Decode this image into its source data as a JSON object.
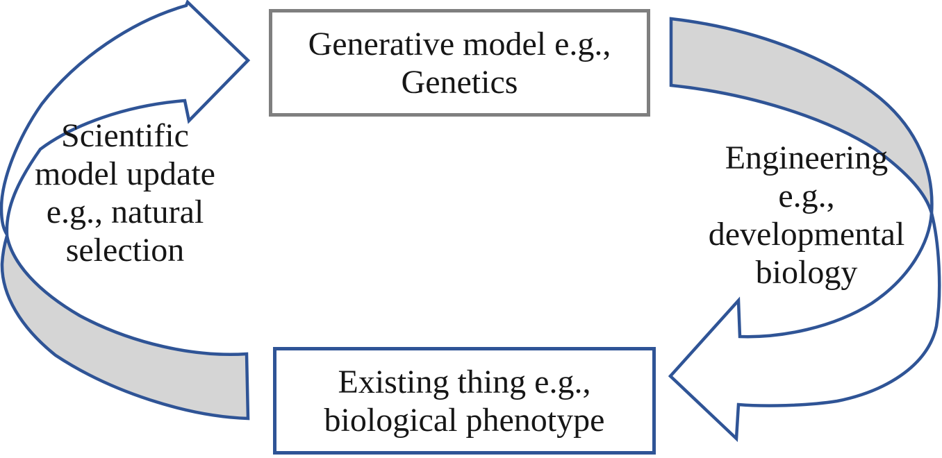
{
  "colors": {
    "arrow_blue": "#2f5496",
    "arrow_gray_fill": "#d5d5d5",
    "arrow_white_fill": "#ffffff",
    "top_box_border": "#7f7f7f",
    "bottom_box_border": "#2f5496",
    "text": "#161616",
    "background": "#ffffff"
  },
  "top_box": {
    "line1": "Generative model e.g.,",
    "line2": "Genetics"
  },
  "bottom_box": {
    "line1": "Existing thing e.g.,",
    "line2": "biological phenotype"
  },
  "left_label": {
    "lines": [
      "Scientific",
      "model update",
      "e.g., natural",
      "selection"
    ]
  },
  "right_label": {
    "lines": [
      "Engineering",
      "e.g.,",
      "developmental",
      "biology"
    ]
  }
}
